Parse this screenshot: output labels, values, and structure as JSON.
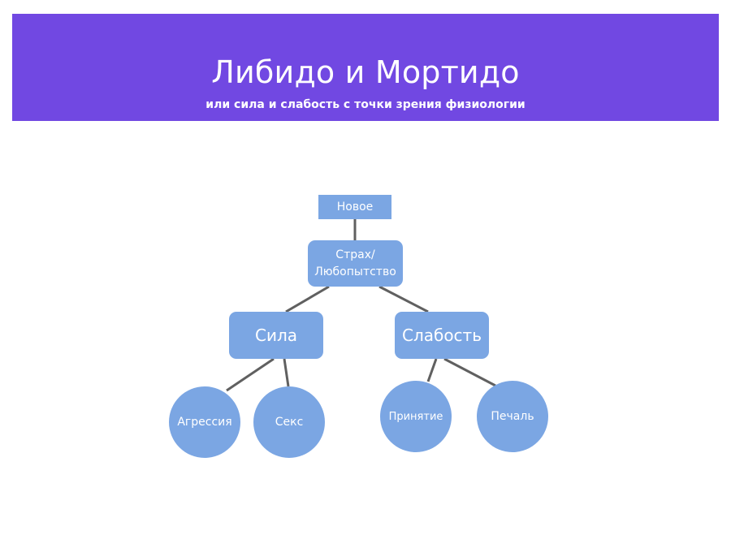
{
  "header": {
    "title": "Либидо и Мортидо",
    "subtitle": "или сила и слабость с точки зрения физиологии"
  },
  "colors": {
    "banner": "#7148e2",
    "node": "#7ba6e3",
    "connector": "#606060",
    "text": "#ffffff"
  },
  "diagram": {
    "nodes": {
      "new": "Новое",
      "fear_curiosity": "Страх/ Любопытство",
      "strength": "Сила",
      "weakness": "Слабость",
      "aggression": "Агрессия",
      "sex": "Секс",
      "acceptance": "Принятие",
      "sadness": "Печаль"
    }
  }
}
